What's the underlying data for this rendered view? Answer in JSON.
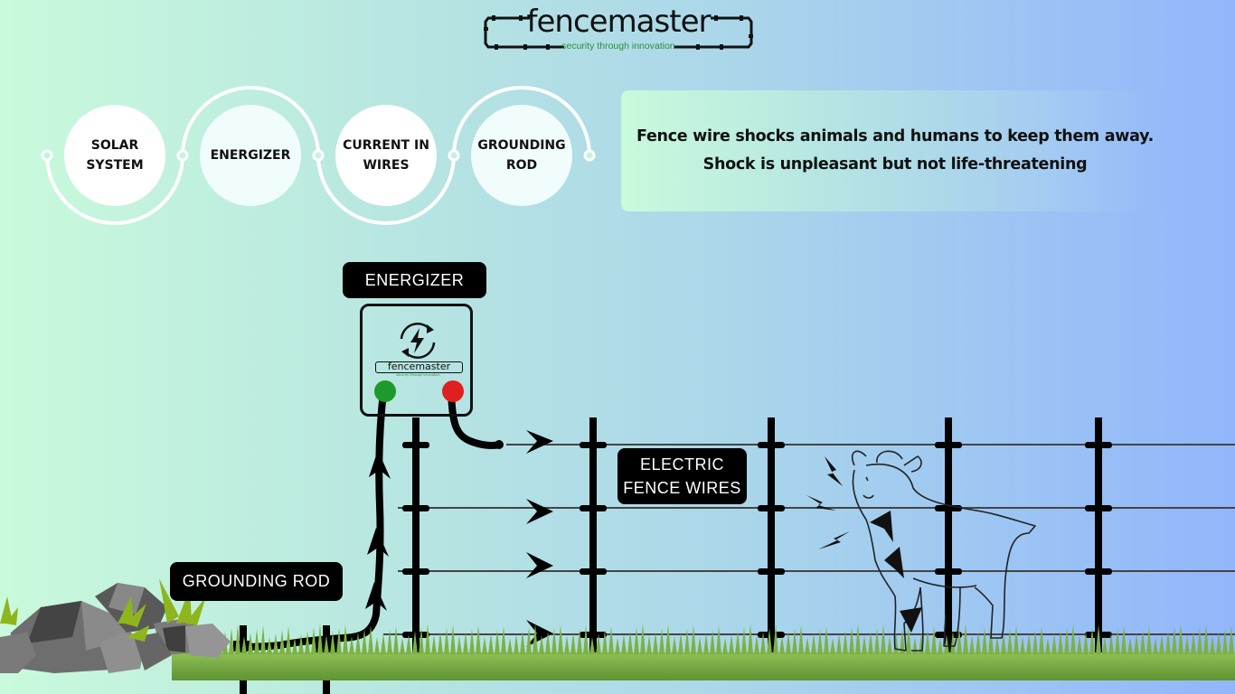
{
  "logo": {
    "brand": "fencemaster",
    "tagline": "security through innovation"
  },
  "steps": [
    {
      "label": "SOLAR SYSTEM"
    },
    {
      "label": "ENERGIZER"
    },
    {
      "label": "CURRENT IN WIRES"
    },
    {
      "label": "GROUNDING ROD"
    }
  ],
  "info": {
    "line1": "Fence wire shocks animals and humans to keep them away.",
    "line2": "Shock is unpleasant but not life-threatening"
  },
  "labels": {
    "energizer": "ENERGIZER",
    "fence_line1": "ELECTRIC",
    "fence_line2": "FENCE WIRES",
    "grounding": "GROUNDING ROD"
  },
  "device": {
    "brand": "fencemaster",
    "tagline": "security through innovation",
    "icon": "lightning-cycle-icon"
  },
  "colors": {
    "bg_start": "#c9fadb",
    "bg_end": "#91b6fb",
    "terminal_positive": "#e01f1f",
    "terminal_ground": "#1e9a2a",
    "grass": "#6fa33c",
    "label_bg": "#000000"
  }
}
